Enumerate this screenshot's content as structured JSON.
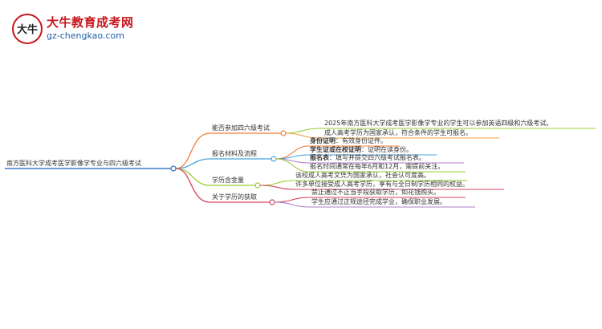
{
  "logo": {
    "badge_text": "大牛",
    "title": "大牛教育成考网",
    "url": "gz-chengkao.com"
  },
  "mindmap": {
    "root": "南方医科大学成考医学影像学专业与四六级考试",
    "branches": [
      {
        "label": "能否参加四六级考试",
        "color": "#f07f3c",
        "children": [
          "2025年南方医科大学成考医学影像学专业的学生可以参加英语四级和六级考试。",
          "成人高考学历为国家承认，符合条件的学生可报名。"
        ]
      },
      {
        "label": "报名材料及流程",
        "color": "#4aa3df",
        "children": [
          {
            "bold": "身份证明",
            "text": "：有效身份证件。"
          },
          {
            "bold": "学生证或在校证明",
            "text": "：证明在读身份。"
          },
          {
            "bold": "报名表",
            "text": "：填写并提交四六级考试报名表。"
          },
          {
            "bold": "",
            "text": "报名时间通常在每年6月和12月，需提前关注。"
          }
        ]
      },
      {
        "label": "学历含金量",
        "color": "#3a8fcf",
        "children": [
          "该校成人高考文凭为国家承认，社会认可度高。",
          "许多单位接受成人高考学历，享有与全日制学历相同的权益。"
        ]
      },
      {
        "label": "关于学历的获取",
        "color": "#d9435e",
        "children": [
          "禁止通过不正当手段获取学历，如花钱购买。",
          "学生应通过正规途径完成学业，确保职业发展。"
        ]
      }
    ]
  },
  "colors": {
    "root_line": "#3a7bc8",
    "orange": "#f07f3c",
    "blue": "#4aa3df",
    "green": "#9acd32",
    "pink": "#d9435e",
    "purple": "#b07cc6"
  }
}
